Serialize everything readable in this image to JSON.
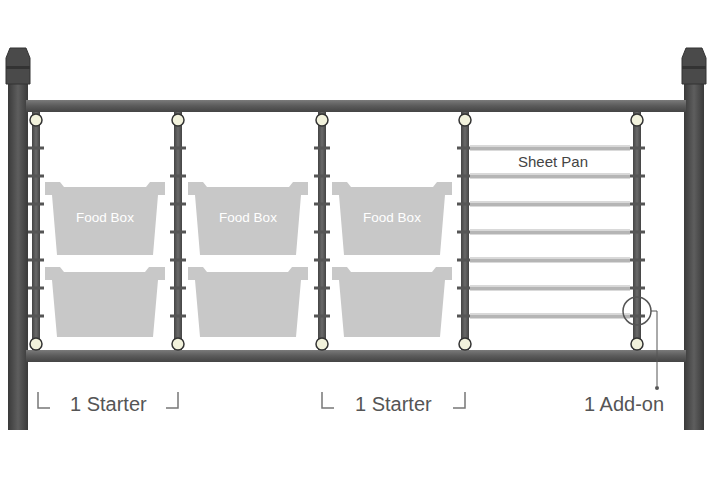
{
  "diagram": {
    "nodes": [
      {
        "text": [
          "Food Box"
        ]
      },
      {
        "text": [
          "Food Box"
        ]
      },
      {
        "text": [
          "Food Box"
        ]
      }
    ],
    "labels": [
      "Sheet Pan",
      "1 Starter",
      "1 Starter",
      "1 Add-on"
    ]
  }
}
